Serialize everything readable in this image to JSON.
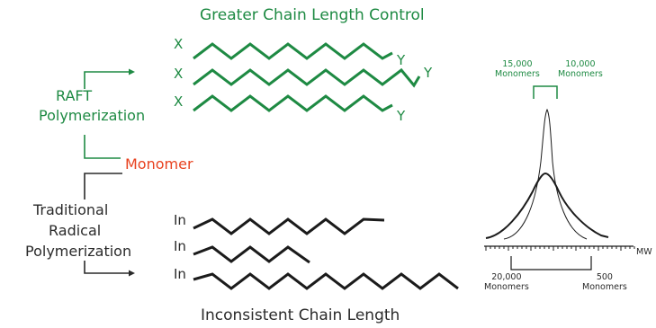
{
  "colors": {
    "raft_green": "#1e8a43",
    "monomer_red": "#e8421f",
    "traditional_dark": "#2a2a2a"
  },
  "title_top": "Greater Chain Length Control",
  "raft": {
    "line1": "RAFT",
    "line2": "Polymerization"
  },
  "monomer": "Monomer",
  "traditional": {
    "line1": "Traditional",
    "line2": "Radical",
    "line3": "Polymerization"
  },
  "bottom_caption": "Inconsistent Chain Length",
  "raft_chains": [
    {
      "start": "X",
      "end": "Y"
    },
    {
      "start": "X",
      "end": "Y"
    },
    {
      "start": "X",
      "end": "Y"
    }
  ],
  "traditional_chains": [
    {
      "start": "In"
    },
    {
      "start": "In"
    },
    {
      "start": "In"
    }
  ],
  "distribution": {
    "narrow_bracket": {
      "left": "15,000\nMonomers",
      "right": "10,000\nMonomers"
    },
    "broad_bracket": {
      "left": "20,000\nMonomers",
      "right": "500\nMonomers"
    },
    "axis_label": "MW"
  }
}
